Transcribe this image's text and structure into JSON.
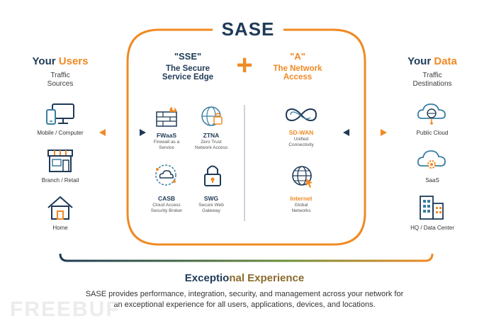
{
  "title": "SASE",
  "left": {
    "heading_part1": "Your ",
    "heading_part2": "Users",
    "subtitle_line1": "Traffic",
    "subtitle_line2": "Sources",
    "items": [
      "Mobile / Computer",
      "Branch / Retail",
      "Home"
    ]
  },
  "right": {
    "heading_part1": "Your ",
    "heading_part2": "Data",
    "subtitle_line1": "Traffic",
    "subtitle_line2": "Destinations",
    "items": [
      "Public Cloud",
      "SaaS",
      "HQ / Data Center"
    ]
  },
  "sse": {
    "quote": "\"SSE\"",
    "line1": "The Secure",
    "line2": "Service Edge",
    "services": [
      {
        "name": "FWaaS",
        "desc1": "Firewall as a",
        "desc2": "Service"
      },
      {
        "name": "ZTNA",
        "desc1": "Zero Trust",
        "desc2": "Network Access"
      },
      {
        "name": "CASB",
        "desc1": "Cloud Access",
        "desc2": "Security Broker"
      },
      {
        "name": "SWG",
        "desc1": "Secure Web",
        "desc2": "Gateway"
      }
    ]
  },
  "plus": "+",
  "a": {
    "quote": "\"A\"",
    "line1": "The Network",
    "line2": "Access",
    "services": [
      {
        "name": "SD-WAN",
        "desc1": "Unified",
        "desc2": "Connectivity"
      },
      {
        "name": "Internet",
        "desc1": "Global",
        "desc2": "Networks"
      }
    ]
  },
  "footer": {
    "heading_part1": "Exceptio",
    "heading_part2": "nal Experience",
    "line1": "SASE provides performance, integration, security, and management across your network for",
    "line2": "an exceptional experience for all users, applications, devices, and locations."
  },
  "watermark": "FREEBUF",
  "colors": {
    "navy": "#1f3a57",
    "orange": "#f08a24",
    "teal": "#3a7ea1"
  }
}
